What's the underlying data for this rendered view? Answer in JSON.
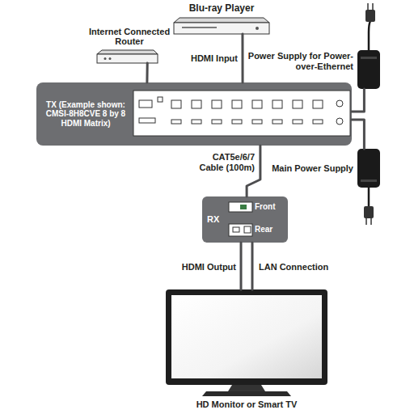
{
  "diagram": {
    "nodes": [
      {
        "text": [
          "Blu-ray Player"
        ]
      },
      {
        "text": [
          "Internet Connected Router"
        ]
      },
      {
        "text": [
          "Power Supply for Power-over-Ethernet"
        ]
      },
      {
        "text": [
          "TX (Example shown: CMSI-8H8CVE 8 by 8 HDMI Matrix)"
        ]
      },
      {
        "text": [
          "Main Power Supply"
        ]
      },
      {
        "text": [
          "RX",
          "Front",
          "Rear"
        ]
      },
      {
        "text": [
          "HD Monitor or Smart TV"
        ]
      }
    ],
    "edges": [
      {
        "from": 1,
        "to": 3,
        "arrow": "none"
      },
      {
        "from": 0,
        "to": 3,
        "label": "HDMI Input",
        "arrow": "none"
      },
      {
        "from": 2,
        "to": 3,
        "arrow": "none"
      },
      {
        "from": 4,
        "to": 3,
        "arrow": "none"
      },
      {
        "from": 3,
        "to": 5,
        "label": "CAT5e/6/7 Cable (100m)",
        "arrow": "none"
      },
      {
        "from": 5,
        "to": 6,
        "label": "HDMI Output",
        "arrow": "none"
      },
      {
        "from": 5,
        "to": 6,
        "label": "LAN Connection",
        "arrow": "none"
      }
    ]
  }
}
